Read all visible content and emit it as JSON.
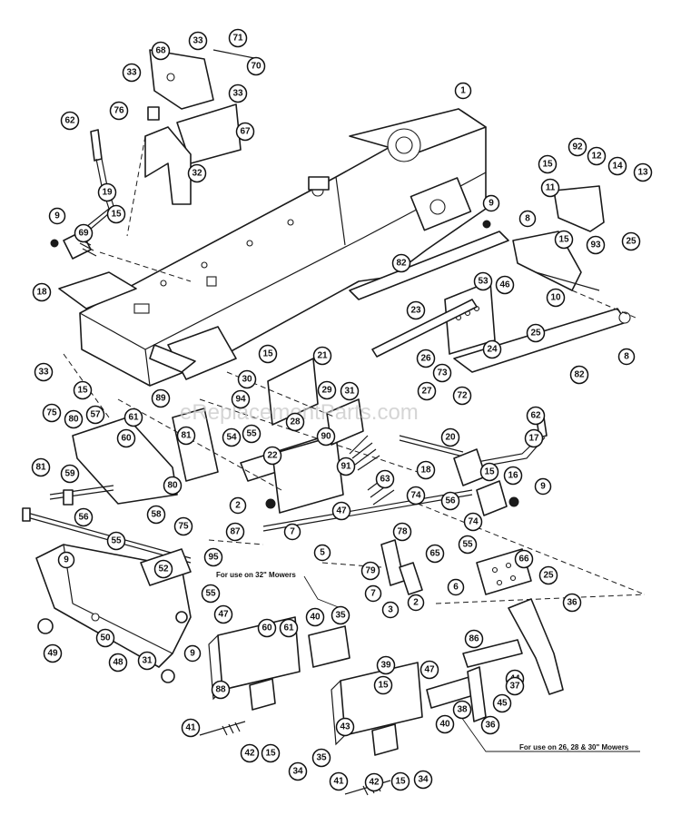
{
  "watermark": "eReplacementParts.com",
  "notes": {
    "mower_32": "For use on 32\" Mowers",
    "mower_26_28_30": "For use on 26, 28 & 30\" Mowers"
  },
  "callouts": [
    "1",
    "33",
    "71",
    "68",
    "70",
    "33",
    "33",
    "76",
    "67",
    "32",
    "62",
    "19",
    "9",
    "15",
    "69",
    "18",
    "92",
    "15",
    "12",
    "14",
    "13",
    "11",
    "93",
    "25",
    "9",
    "8",
    "15",
    "82",
    "53",
    "46",
    "10",
    "23",
    "25",
    "24",
    "73",
    "26",
    "27",
    "72",
    "82",
    "8",
    "33",
    "15",
    "89",
    "30",
    "15",
    "21",
    "94",
    "28",
    "22",
    "55",
    "29",
    "31",
    "75",
    "80",
    "57",
    "61",
    "60",
    "81",
    "81",
    "59",
    "80",
    "58",
    "75",
    "54",
    "90",
    "91",
    "63",
    "47",
    "74",
    "2",
    "87",
    "7",
    "5",
    "20",
    "18",
    "17",
    "62",
    "15",
    "16",
    "9",
    "56",
    "74",
    "78",
    "79",
    "55",
    "56",
    "9",
    "55",
    "52",
    "95",
    "55",
    "47",
    "9",
    "49",
    "50",
    "48",
    "31",
    "7",
    "3",
    "2",
    "65",
    "66",
    "6",
    "25",
    "36",
    "35",
    "60",
    "61",
    "40",
    "88",
    "41",
    "42",
    "15",
    "34",
    "35",
    "39",
    "15",
    "47",
    "86",
    "44",
    "37",
    "45",
    "36",
    "38",
    "40",
    "43",
    "41",
    "42",
    "15",
    "34"
  ]
}
